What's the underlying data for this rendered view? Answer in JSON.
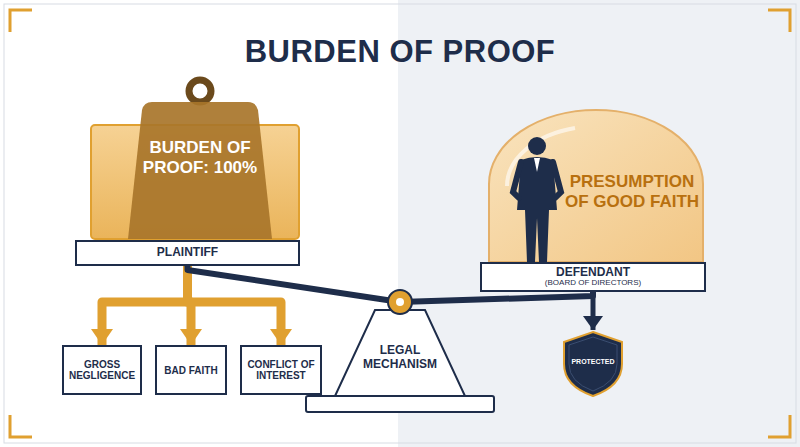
{
  "diagram": {
    "title": "BURDEN OF PROOF",
    "nodes": [
      {
        "text": [
          "BURDEN OF PROOF: 100%"
        ]
      },
      {
        "text": [
          "PLAINTIFF"
        ]
      },
      {
        "text": [
          "PRESUMPTION OF GOOD FAITH"
        ]
      },
      {
        "text": [
          "DEFENDANT",
          "(BOARD OF DIRECTORS)"
        ]
      },
      {
        "text": [
          "GROSS NEGLIGENCE"
        ]
      },
      {
        "text": [
          "BAD FAITH"
        ]
      },
      {
        "text": [
          "CONFLICT OF INTEREST"
        ]
      },
      {
        "text": [
          "LEGAL MECHANISM"
        ]
      },
      {
        "text": [
          "PROTECTED"
        ]
      }
    ],
    "edges": [
      {
        "from": 1,
        "to": 4,
        "arrow": "to"
      },
      {
        "from": 1,
        "to": 5,
        "arrow": "to"
      },
      {
        "from": 1,
        "to": 6,
        "arrow": "to"
      },
      {
        "from": 1,
        "to": 3,
        "arrow": "none"
      },
      {
        "from": 3,
        "to": 8,
        "arrow": "to"
      }
    ]
  }
}
